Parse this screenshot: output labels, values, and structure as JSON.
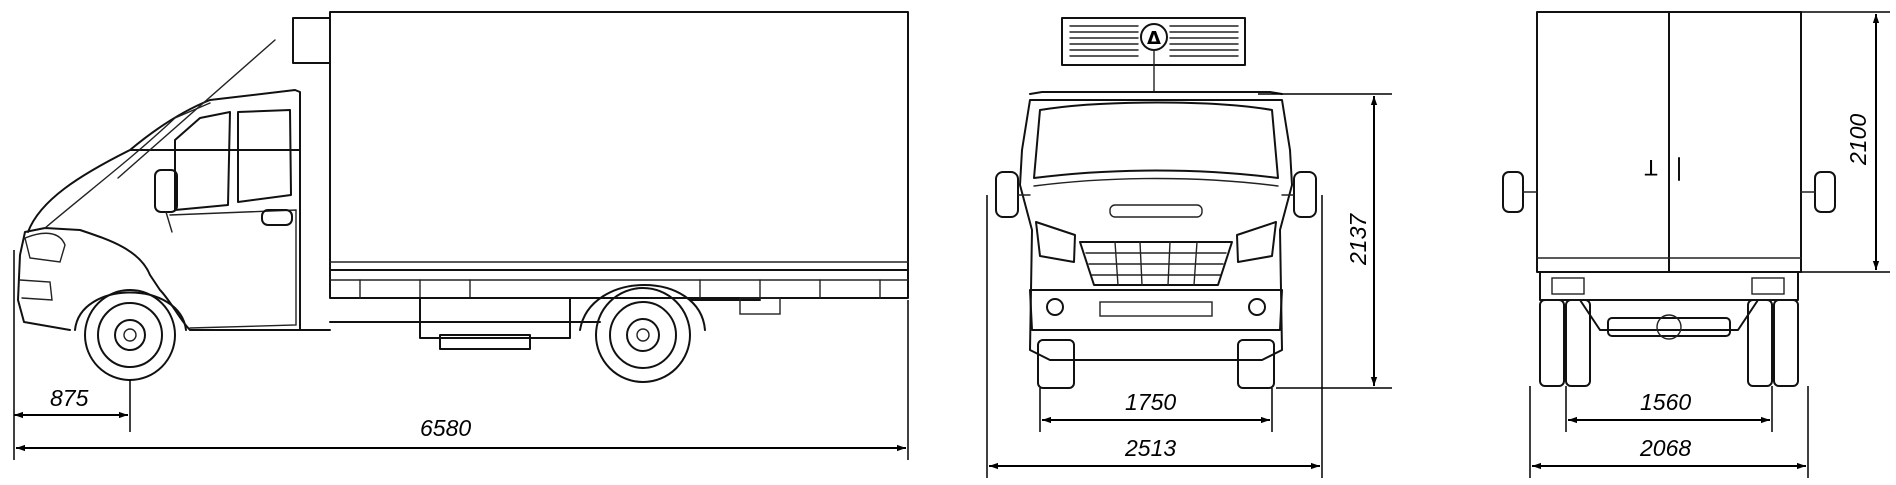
{
  "dimensions": {
    "side_view": {
      "front_overhang": "875",
      "overall_length": "6580"
    },
    "front_view": {
      "overall_height": "2137",
      "front_track": "1750",
      "overall_width": "2513"
    },
    "rear_view": {
      "box_height": "2100",
      "rear_track": "1560",
      "rear_width": "2068"
    }
  },
  "symbols": {
    "warning_triangle": "Δ",
    "door_handle_mark": "T"
  }
}
